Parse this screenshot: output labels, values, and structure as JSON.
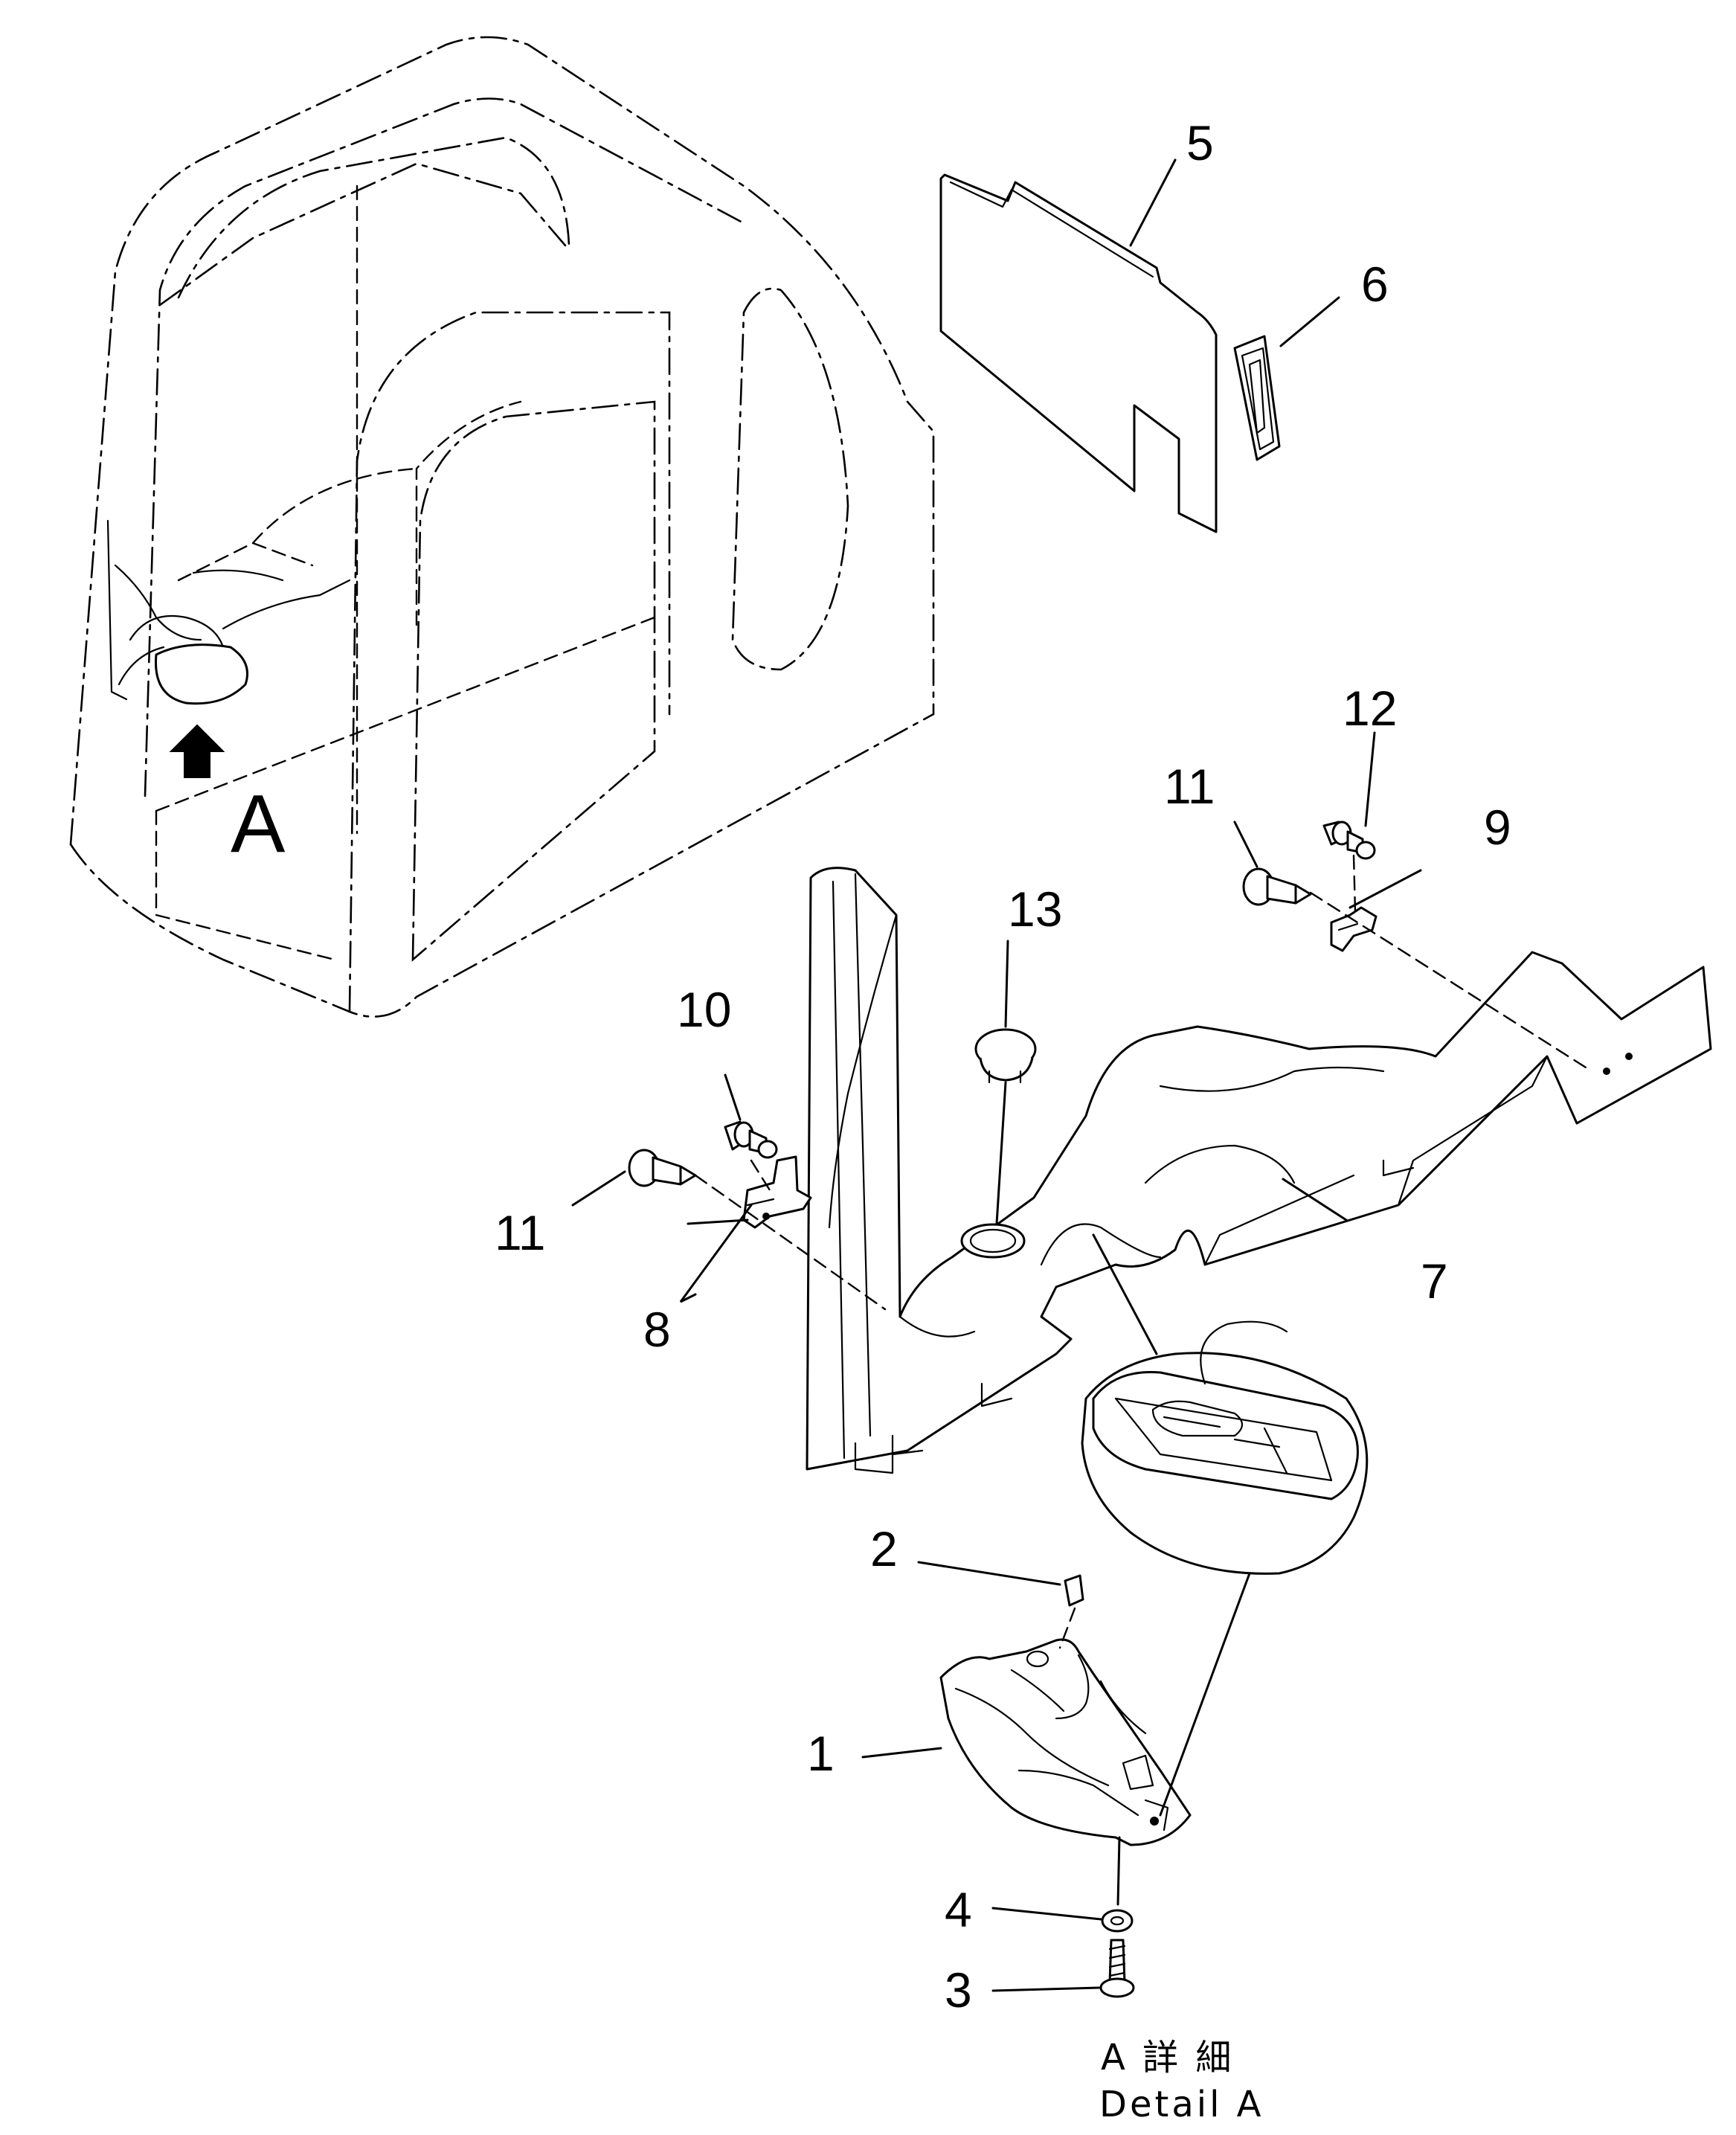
{
  "view_marker": "A",
  "callouts": {
    "c1": "1",
    "c2": "2",
    "c3": "3",
    "c4": "4",
    "c5": "5",
    "c6": "6",
    "c7": "7",
    "c8": "8",
    "c9": "9",
    "c10": "10",
    "c11a": "11",
    "c11b": "11",
    "c12": "12",
    "c13": "13"
  },
  "detail_caption": {
    "japanese": "A 詳 細",
    "english": "Detail A"
  }
}
